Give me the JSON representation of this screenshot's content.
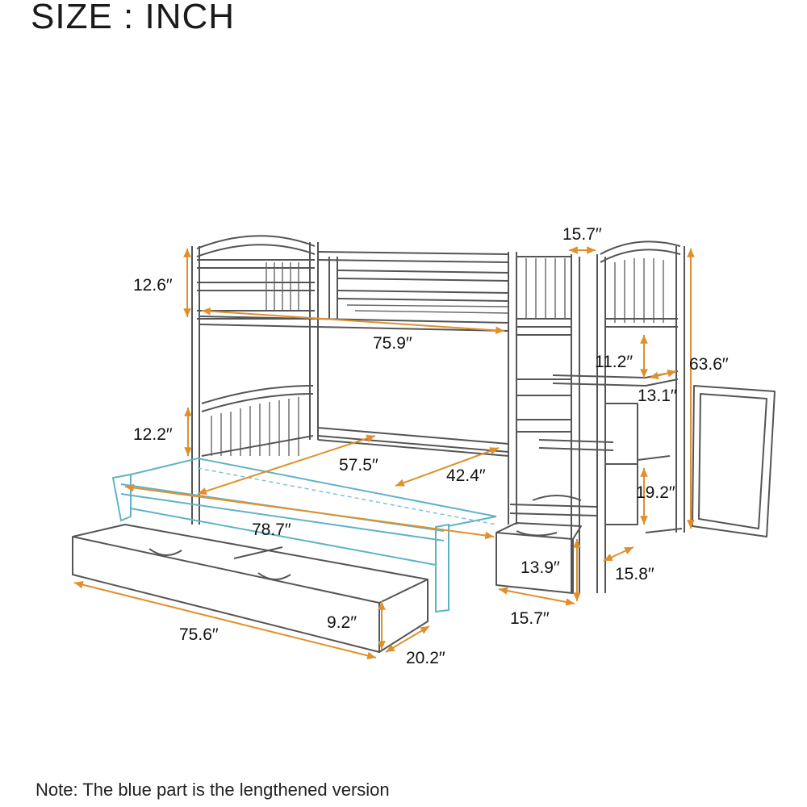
{
  "title": "SIZE : INCH",
  "note": "Note: The blue part is the lengthened version",
  "colors": {
    "dimension": "#e0902a",
    "lengthened": "#5fb3c8",
    "outline": "#555555"
  },
  "dimensions": {
    "top_guard_height": "12.6′′",
    "top_length": "75.9′′",
    "stair_width": "15.7′′",
    "total_height": "63.6′′",
    "step_height": "11.2′′",
    "step_depth": "13.1′′",
    "bottom_headboard_height": "12.2′′",
    "bottom_width_inner": "57.5′′",
    "bottom_width": "42.4′′",
    "lengthened_length": "78.7′′",
    "stair_section_height": "19.2′′",
    "stair_drawer_height": "13.9′′",
    "stair_drawer_depth": "15.8′′",
    "stair_drawer_width": "15.7′′",
    "drawer_length": "75.6′′",
    "drawer_height": "9.2′′",
    "drawer_depth": "20.2′′"
  }
}
